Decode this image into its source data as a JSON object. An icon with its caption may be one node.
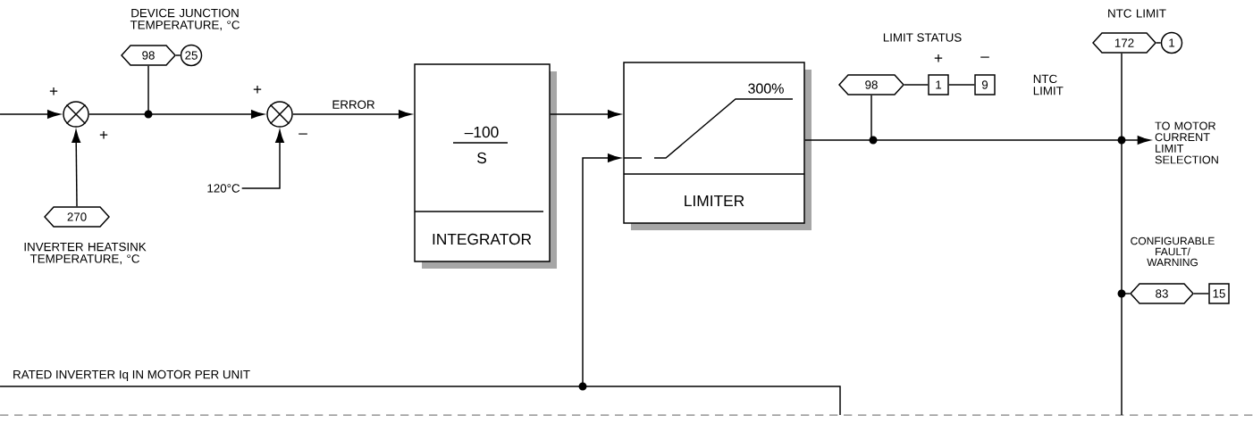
{
  "diagram": {
    "nodes": [
      {
        "text": [],
        "shape": "circle"
      },
      {
        "text": [
          "98"
        ],
        "beside": [
          "DEVICE JUNCTION TEMPERATURE, °C"
        ]
      },
      {
        "text": [
          "25"
        ]
      },
      {
        "text": [
          "270"
        ],
        "beside": [
          "INVERTER HEATSINK TEMPERATURE, °C"
        ]
      },
      {
        "text": [],
        "shape": "circle"
      },
      {
        "text": [
          "120°C"
        ]
      },
      {
        "text": [
          "–100",
          "S",
          "INTEGRATOR"
        ]
      },
      {
        "text": [
          "300%",
          "LIMITER"
        ]
      },
      {
        "text": [
          "98"
        ]
      },
      {
        "text": [
          "1"
        ]
      },
      {
        "text": [
          "9"
        ],
        "beside": [
          "NTC LIMIT"
        ]
      },
      {
        "text": [
          "172"
        ],
        "beside": [
          "NTC LIMIT"
        ]
      },
      {
        "text": [
          "1"
        ]
      },
      {
        "text": [
          "TO MOTOR CURRENT LIMIT SELECTION"
        ]
      },
      {
        "text": [
          "83"
        ],
        "beside": [
          "CONFIGURABLE FAULT/ WARNING"
        ]
      },
      {
        "text": [
          "15"
        ]
      },
      {
        "text": [],
        "shape": "dot"
      },
      {
        "text": [],
        "shape": "dot"
      },
      {
        "text": [],
        "shape": "dot"
      },
      {
        "text": [],
        "shape": "dot"
      },
      {
        "text": [],
        "shape": "dot"
      }
    ],
    "edges": [
      {
        "from": null,
        "to": 0,
        "arrow": "to"
      },
      {
        "from": 3,
        "to": 0,
        "arrow": "to"
      },
      {
        "from": 0,
        "to": 16,
        "arrow": "none"
      },
      {
        "from": 16,
        "to": 1,
        "arrow": "none"
      },
      {
        "from": 16,
        "to": 4,
        "arrow": "to"
      },
      {
        "from": 1,
        "to": 2,
        "arrow": "none"
      },
      {
        "from": 5,
        "to": 4,
        "arrow": "to"
      },
      {
        "from": 4,
        "to": 6,
        "arrow": "to",
        "label": "ERROR"
      },
      {
        "from": 6,
        "to": 7,
        "arrow": "to"
      },
      {
        "from": 7,
        "to": 17,
        "arrow": "none"
      },
      {
        "from": 17,
        "to": 8,
        "arrow": "none"
      },
      {
        "from": 8,
        "to": 9,
        "arrow": "none"
      },
      {
        "from": 9,
        "to": 10,
        "arrow": "none"
      },
      {
        "from": 17,
        "to": 18,
        "arrow": "none"
      },
      {
        "from": 18,
        "to": 13,
        "arrow": "to"
      },
      {
        "from": 18,
        "to": 11,
        "arrow": "none"
      },
      {
        "from": 11,
        "to": 12,
        "arrow": "none"
      },
      {
        "from": 18,
        "to": 19,
        "arrow": "none"
      },
      {
        "from": 19,
        "to": 14,
        "arrow": "none"
      },
      {
        "from": 14,
        "to": 15,
        "arrow": "none"
      },
      {
        "from": 19,
        "to": null,
        "arrow": "none"
      },
      {
        "from": null,
        "to": 20,
        "arrow": "none"
      },
      {
        "from": 20,
        "to": 7,
        "arrow": "to"
      },
      {
        "from": 20,
        "to": null,
        "arrow": "none"
      }
    ],
    "labels": [
      "+",
      "+",
      "+",
      "–",
      "LIMIT STATUS",
      "+",
      "–",
      "RATED INVERTER Iq IN MOTOR PER UNIT"
    ]
  }
}
